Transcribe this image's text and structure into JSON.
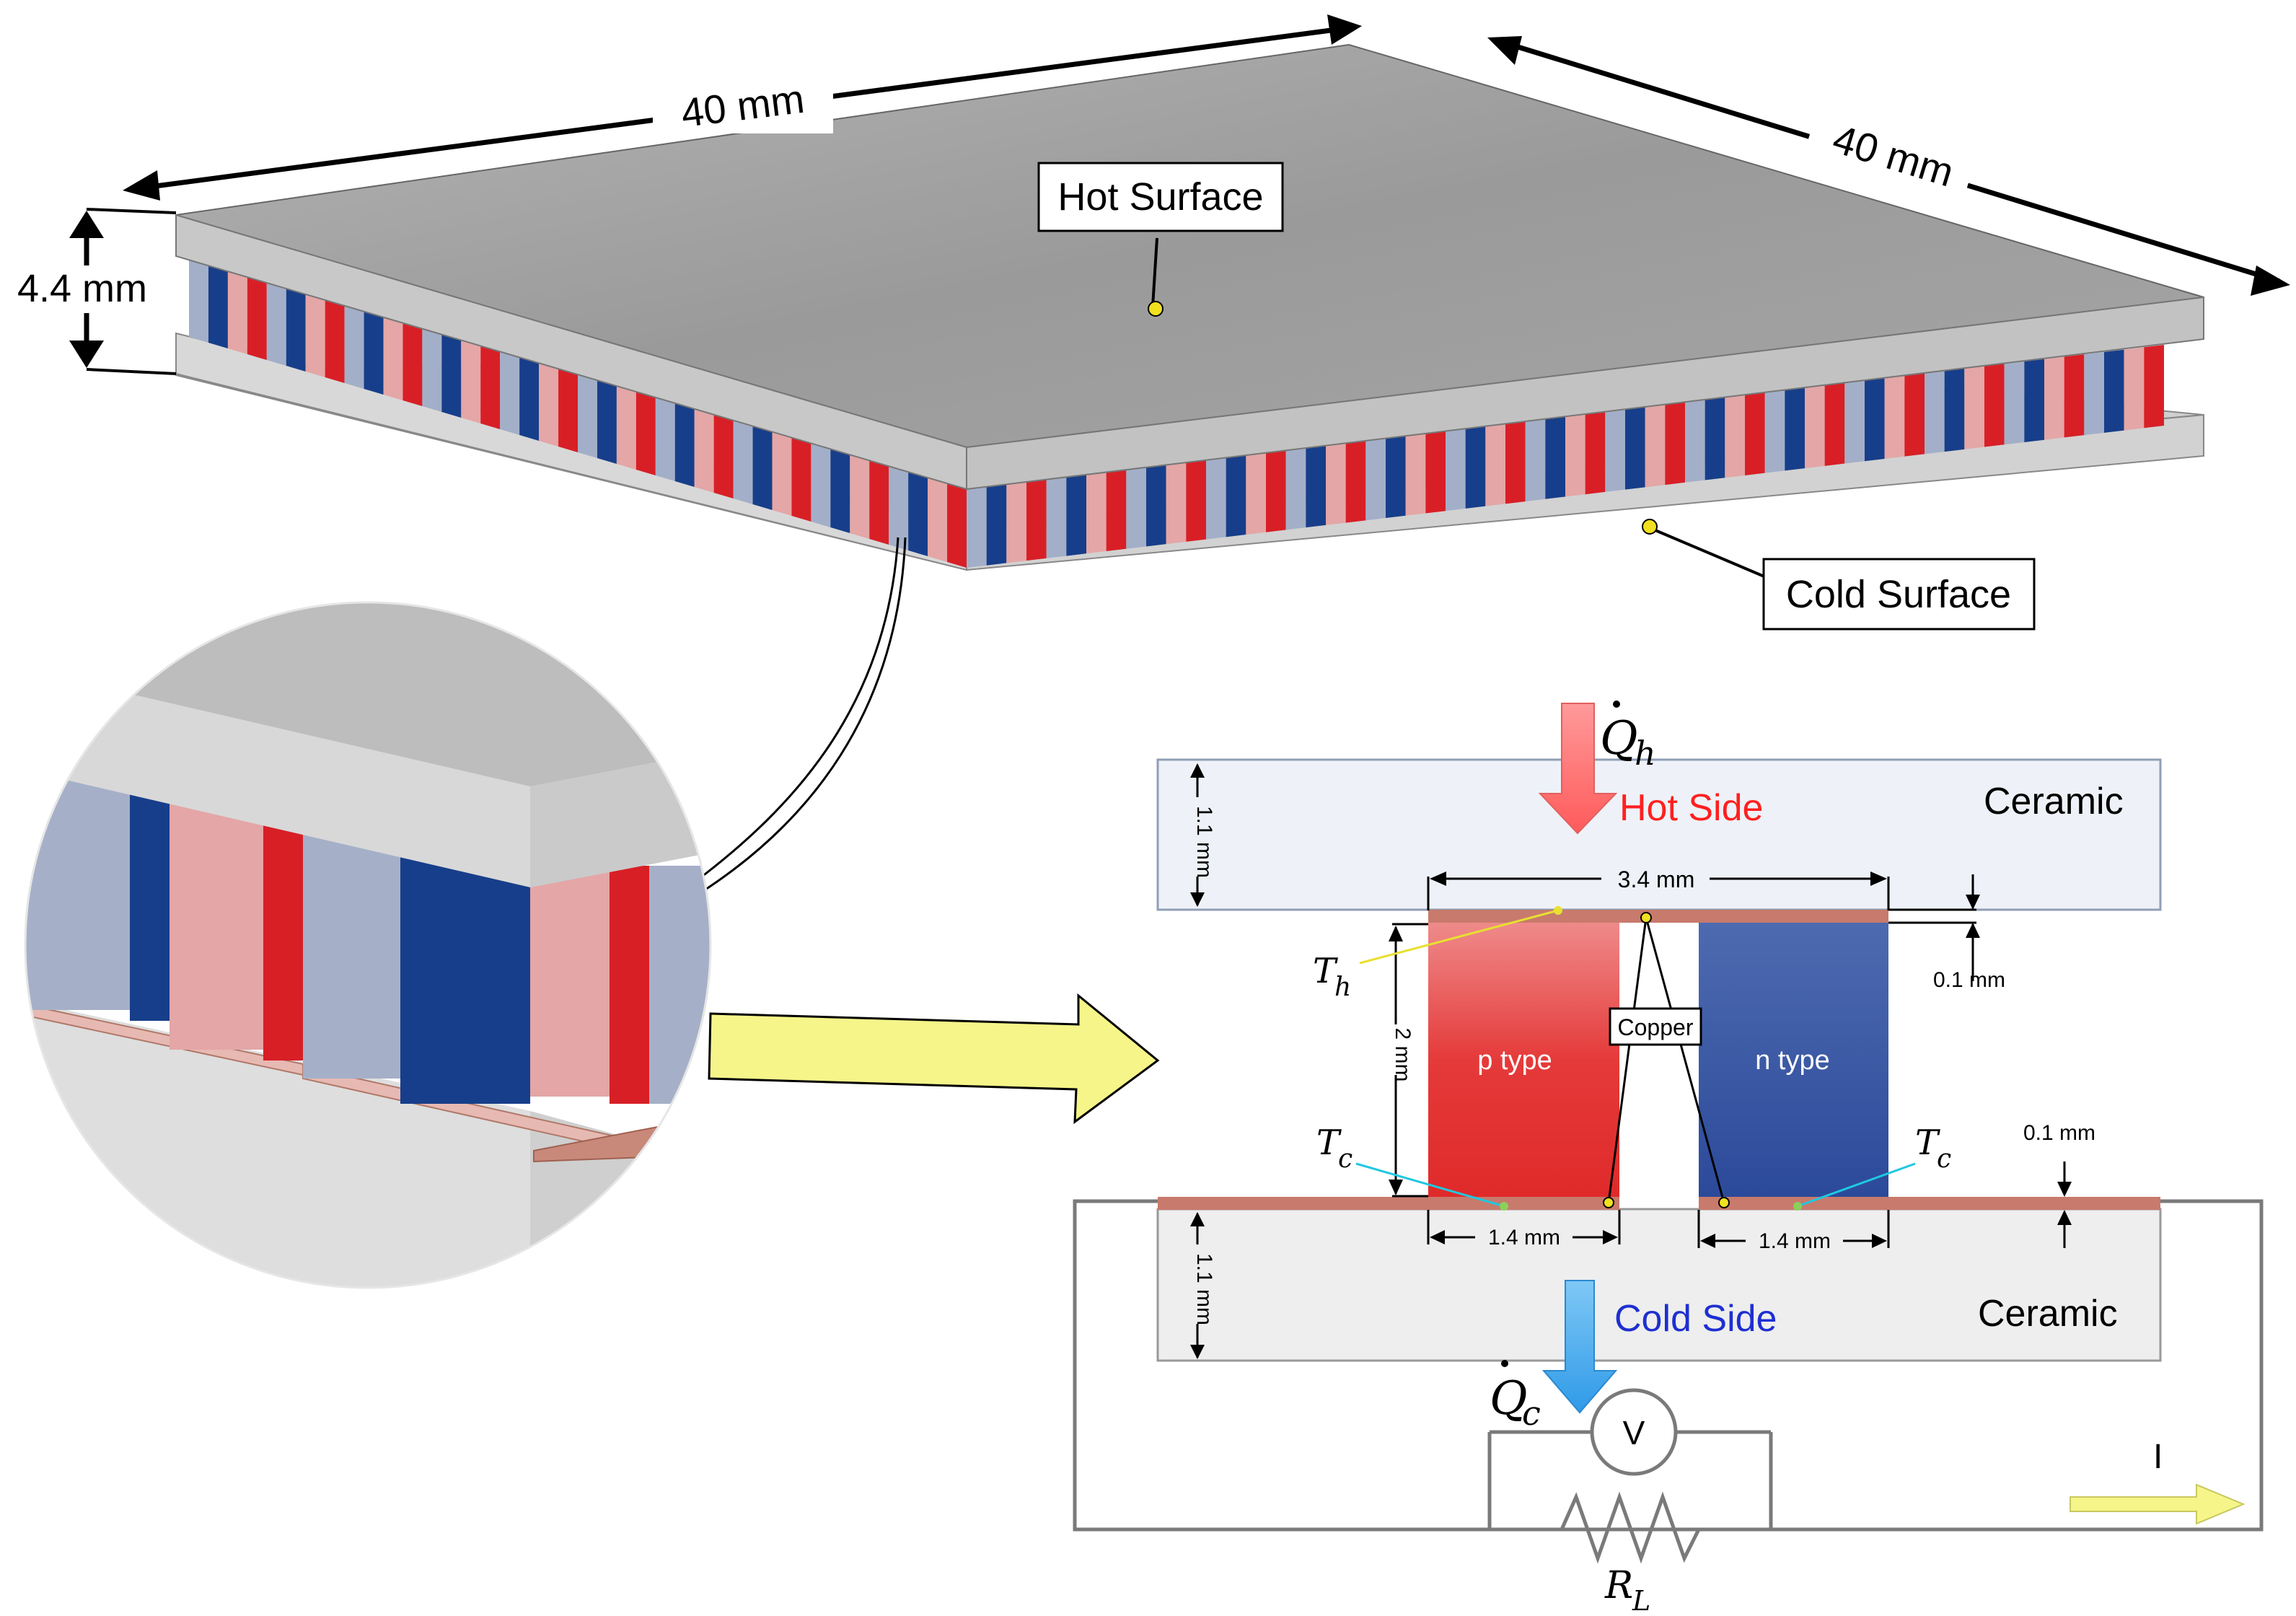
{
  "module": {
    "length_label": "40 mm",
    "width_label": "40 mm",
    "height_label": "4.4 mm",
    "hot_surface_label": "Hot Surface",
    "cold_surface_label": "Cold Surface"
  },
  "cross_section": {
    "heat_in_symbol": "Q",
    "heat_in_subscript": "h",
    "heat_out_symbol": "Q",
    "heat_out_subscript": "c",
    "hot_side_label": "Hot Side",
    "cold_side_label": "Cold Side",
    "ceramic_top_label": "Ceramic",
    "ceramic_bottom_label": "Ceramic",
    "ceramic_top_thickness": "1.1 mm",
    "ceramic_bottom_thickness": "1.1 mm",
    "pair_width": "3.4 mm",
    "leg_height": "2 mm",
    "copper_top_thickness": "0.1 mm",
    "copper_bottom_thickness": "0.1 mm",
    "p_leg_width": "1.4 mm",
    "n_leg_width": "1.4 mm",
    "p_type_label": "p type",
    "n_type_label": "n type",
    "copper_label": "Copper",
    "th_symbol": "T",
    "th_subscript": "h",
    "tc_symbol": "T",
    "tc_subscript": "c",
    "voltmeter_label": "V",
    "load_symbol": "R",
    "load_subscript": "L",
    "current_label": "I"
  },
  "colors": {
    "p_type": "#d81f26",
    "p_type_light": "#e4a6a6",
    "n_type": "#173e8a",
    "n_type_light": "#a3afc8",
    "ceramic_top": "#a8a8a8",
    "copper": "#c87a6c",
    "hot_text": "#ff2020",
    "cold_text": "#1e2fd0",
    "arrow_yellow": "#f5f58a"
  }
}
